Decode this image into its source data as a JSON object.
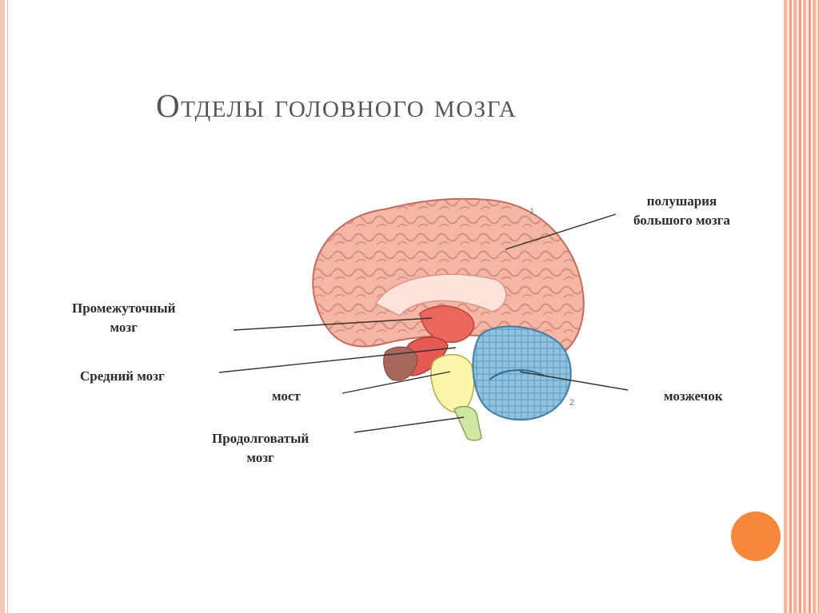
{
  "slide": {
    "title": "Отделы головного мозга",
    "accent_color": "#f7873a",
    "frame_color": "#f6c7b4"
  },
  "labels": {
    "hemispheres_line1": "полушария",
    "hemispheres_line2": "большого мозга",
    "diencephalon_line1": "Промежуточный",
    "diencephalon_line2": "мозг",
    "midbrain": "Средний мозг",
    "pons": "мост",
    "cerebellum": "мозжечок",
    "medulla_line1": "Продолговатый",
    "medulla_line2": "мозг"
  },
  "figure_numbers": {
    "one": "1",
    "two": "2"
  }
}
